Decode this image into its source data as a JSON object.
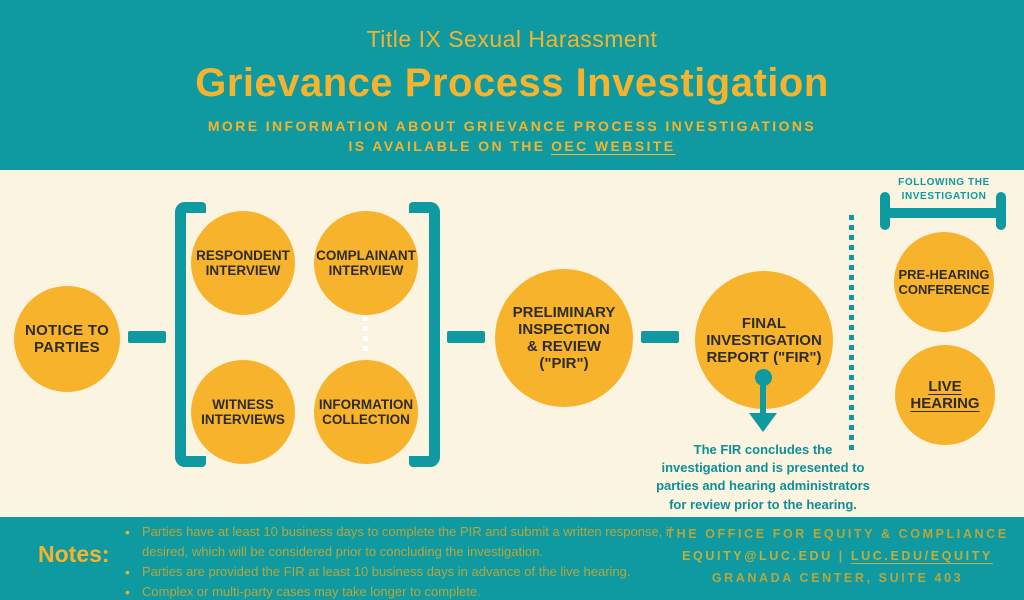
{
  "colors": {
    "teal": "#0E9AA0",
    "yellow": "#F8B32C",
    "cream": "#FBF4E1",
    "ink": "#2E2C26",
    "olive": "#B5A63E"
  },
  "header": {
    "eyebrow": "Title IX Sexual Harassment",
    "title": "Grievance Process Investigation",
    "subtitle_line1": "MORE INFORMATION ABOUT GRIEVANCE PROCESS INVESTIGATIONS",
    "subtitle_line2_prefix": "IS AVAILABLE ON THE",
    "subtitle_link": "OEC WEBSITE"
  },
  "flow": {
    "notice_to_parties": "NOTICE TO\nPARTIES",
    "respondent_interview": "RESPONDENT\nINTERVIEW",
    "complainant_interview": "COMPLAINANT\nINTERVIEW",
    "witness_interviews": "WITNESS\nINTERVIEWS",
    "information_collection": "INFORMATION\nCOLLECTION",
    "pir": "PRELIMINARY\nINSPECTION\n& REVIEW\n(\"PIR\")",
    "fir": "FINAL\nINVESTIGATION\nREPORT (\"FIR\")",
    "fir_caption": "The FIR concludes the\ninvestigation and is presented to\nparties and hearing administrators\nfor review prior to the hearing.",
    "following_label": "FOLLOWING THE\nINVESTIGATION",
    "pre_hearing_conference": "PRE-HEARING\nCONFERENCE",
    "live_hearing": "LIVE\nHEARING"
  },
  "footer": {
    "notes_label": "Notes:",
    "bullets": [
      "Parties have at least 10 business days to complete the PIR and submit a written response, if desired, which will be considered prior to concluding the investigation.",
      "Parties are provided the FIR at least 10 business days in advance of the live hearing.",
      "Complex or multi-party cases may take longer to complete."
    ],
    "office_name": "THE OFFICE FOR EQUITY & COMPLIANCE",
    "email": "EQUITY@LUC.EDU",
    "separator": "|",
    "website": "LUC.EDU/EQUITY",
    "address": "GRANADA CENTER, SUITE 403"
  }
}
